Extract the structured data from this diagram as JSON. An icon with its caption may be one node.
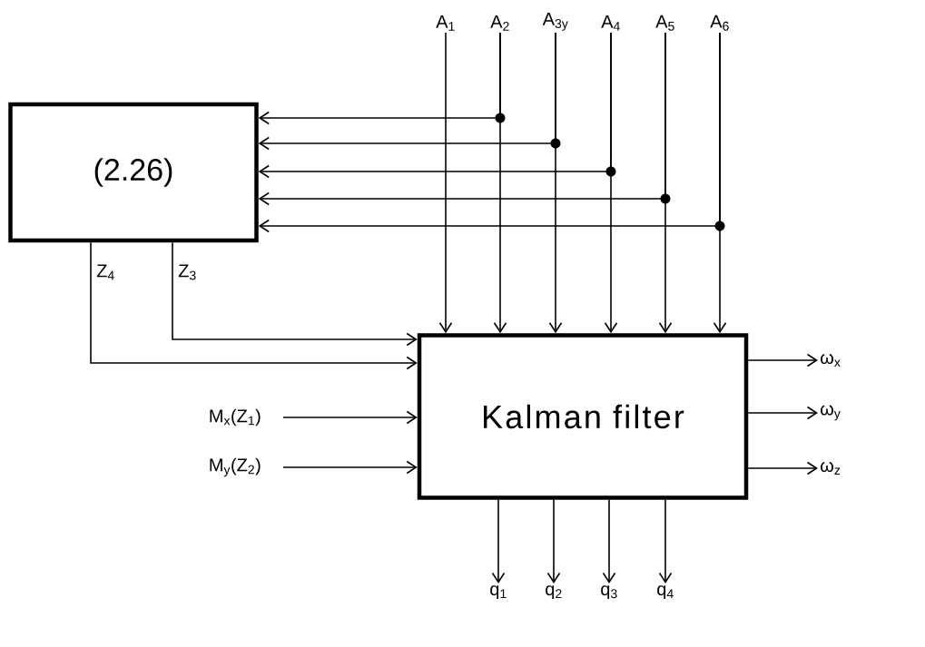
{
  "diagram": {
    "nodes": [
      {
        "text": [
          "A$_{1}$"
        ]
      },
      {
        "text": [
          "A$_{2}$"
        ]
      },
      {
        "text": [
          "A$_{3y}$"
        ]
      },
      {
        "text": [
          "A$_{4}$"
        ]
      },
      {
        "text": [
          "A$_{5}$"
        ]
      },
      {
        "text": [
          "A$_{6}$"
        ]
      },
      {
        "text": [
          "(2.26)"
        ]
      },
      {
        "text": [
          "Kalman filter"
        ]
      },
      {
        "text": [
          "M$_{x}$(Z$_{1}$)"
        ]
      },
      {
        "text": [
          "M$_{y}$(Z$_{2}$)"
        ]
      },
      {
        "text": [
          "ω$_{x}$"
        ]
      },
      {
        "text": [
          "ω$_{y}$"
        ]
      },
      {
        "text": [
          "ω$_{z}$"
        ]
      },
      {
        "text": [
          "q$_{1}$"
        ]
      },
      {
        "text": [
          "q$_{2}$"
        ]
      },
      {
        "text": [
          "q$_{3}$"
        ]
      },
      {
        "text": [
          "q$_{4}$"
        ]
      }
    ],
    "edges": [
      {
        "from": 0,
        "to": 7,
        "arrow": "to"
      },
      {
        "from": 1,
        "to": 7,
        "arrow": "to"
      },
      {
        "from": 2,
        "to": 7,
        "arrow": "to"
      },
      {
        "from": 3,
        "to": 7,
        "arrow": "to"
      },
      {
        "from": 4,
        "to": 7,
        "arrow": "to"
      },
      {
        "from": 5,
        "to": 7,
        "arrow": "to"
      },
      {
        "from": 1,
        "to": 6,
        "arrow": "to"
      },
      {
        "from": 2,
        "to": 6,
        "arrow": "to"
      },
      {
        "from": 3,
        "to": 6,
        "arrow": "to"
      },
      {
        "from": 4,
        "to": 6,
        "arrow": "to"
      },
      {
        "from": 5,
        "to": 6,
        "arrow": "to"
      },
      {
        "from": 6,
        "to": 7,
        "arrow": "to",
        "label": "Z$_{4}$"
      },
      {
        "from": 6,
        "to": 7,
        "arrow": "to",
        "label": "Z$_{3}$"
      },
      {
        "from": 8,
        "to": 7,
        "arrow": "to"
      },
      {
        "from": 9,
        "to": 7,
        "arrow": "to"
      },
      {
        "from": 7,
        "to": 10,
        "arrow": "to"
      },
      {
        "from": 7,
        "to": 11,
        "arrow": "to"
      },
      {
        "from": 7,
        "to": 12,
        "arrow": "to"
      },
      {
        "from": 7,
        "to": 13,
        "arrow": "to"
      },
      {
        "from": 7,
        "to": 14,
        "arrow": "to"
      },
      {
        "from": 7,
        "to": 15,
        "arrow": "to"
      },
      {
        "from": 7,
        "to": 16,
        "arrow": "to"
      }
    ]
  }
}
